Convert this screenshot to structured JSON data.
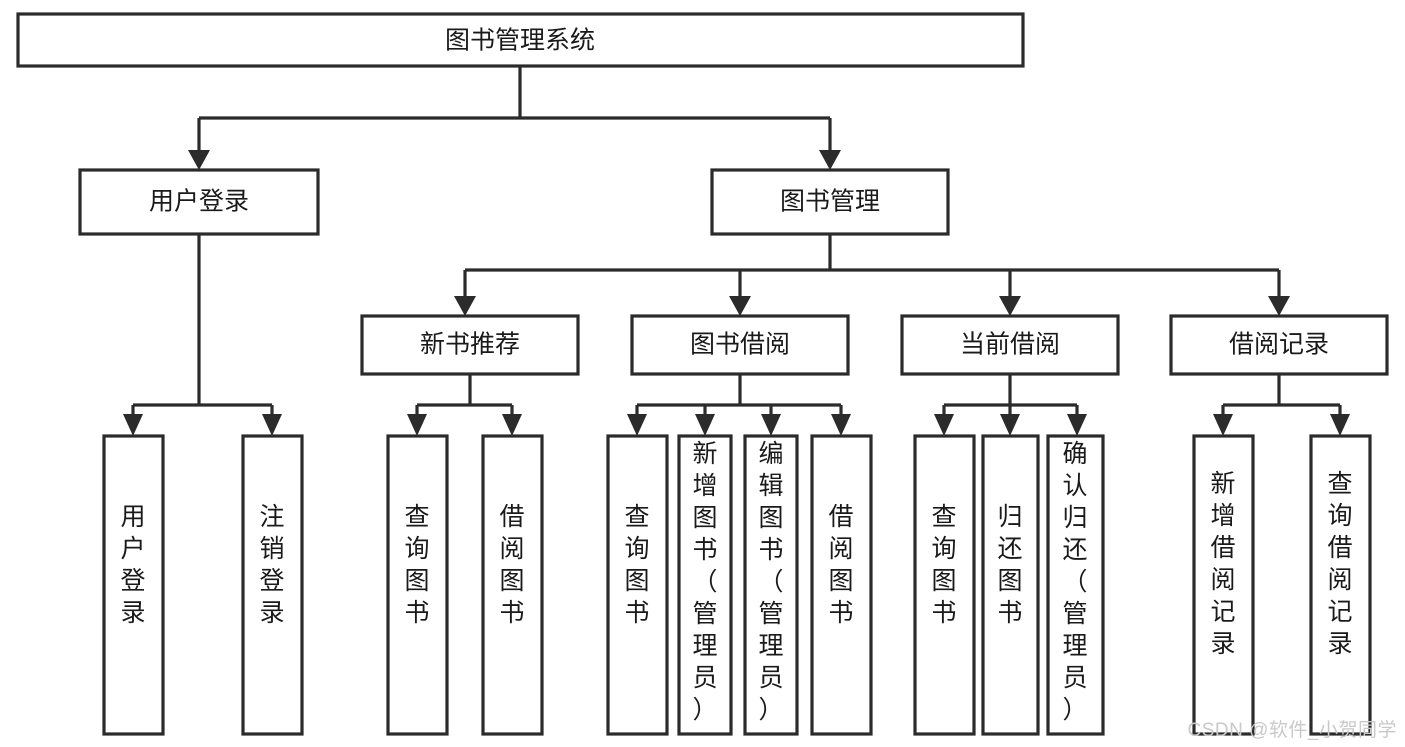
{
  "diagram": {
    "title": "图书管理系统",
    "root": {
      "label": "图书管理系统"
    },
    "level2": [
      {
        "label": "用户登录"
      },
      {
        "label": "图书管理"
      }
    ],
    "level3": [
      {
        "label": "新书推荐"
      },
      {
        "label": "图书借阅"
      },
      {
        "label": "当前借阅"
      },
      {
        "label": "借阅记录"
      }
    ],
    "leaves": {
      "user_login": [
        {
          "label": "用户登录"
        },
        {
          "label": "注销登录"
        }
      ],
      "new_book_recommend": [
        {
          "label": "查询图书"
        },
        {
          "label": "借阅图书"
        }
      ],
      "book_borrow": [
        {
          "label": "查询图书"
        },
        {
          "label": "新增图书（管理员）"
        },
        {
          "label": "编辑图书（管理员）"
        },
        {
          "label": "借阅图书"
        }
      ],
      "current_borrow": [
        {
          "label": "查询图书"
        },
        {
          "label": "归还图书"
        },
        {
          "label": "确认归还（管理员）"
        }
      ],
      "borrow_record": [
        {
          "label": "新增借阅记录"
        },
        {
          "label": "查询借阅记录"
        }
      ]
    }
  },
  "watermark": {
    "text": "CSDN @软件_小贺同学"
  },
  "colors": {
    "stroke": "#2b2b2b",
    "box_fill": "#ffffff",
    "text": "#1a1a1a",
    "watermark": "#c9c9c9",
    "background": "#ffffff"
  }
}
